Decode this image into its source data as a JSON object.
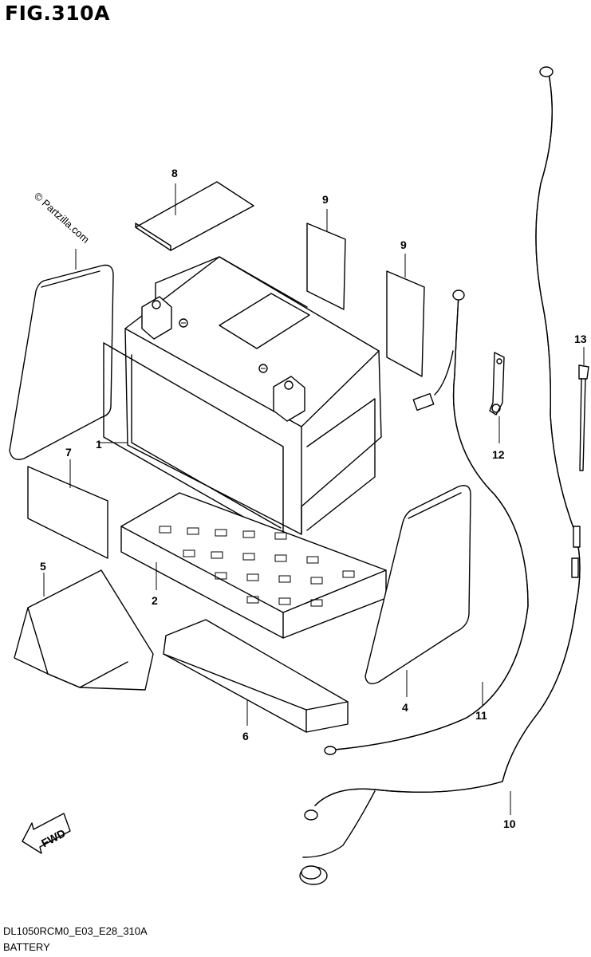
{
  "figure_title": "FIG.310A",
  "watermark": "© Partzilla.com",
  "fwd_label": "FWD",
  "callouts": [
    "1",
    "2",
    "4",
    "5",
    "6",
    "7",
    "8",
    "9",
    "9",
    "10",
    "11",
    "12",
    "13"
  ],
  "footer": {
    "code": "DL1050RCM0_E03_E28_310A",
    "name": "BATTERY"
  },
  "icons": [
    "fwd-arrow-icon"
  ]
}
